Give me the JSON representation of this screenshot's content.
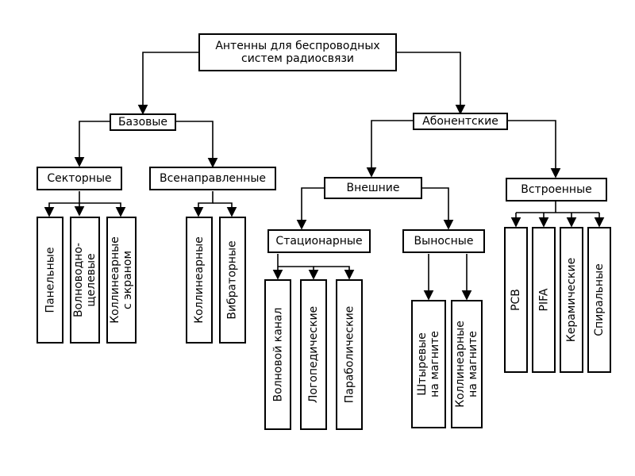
{
  "root": "Антенны для беспроводных систем радиосвязи",
  "level1": {
    "base": "Базовые",
    "subscriber": "Абонентские"
  },
  "level2": {
    "sector": "Секторные",
    "omni": "Всенаправленные",
    "external": "Внешние",
    "builtin": "Встроенные"
  },
  "level3": {
    "stationary": "Стационарные",
    "remote": "Выносные"
  },
  "leaves": {
    "panel": "Панельные",
    "waveguide_slot": "Волноводно-\nщелевые",
    "collinear_screen": "Коллинеарные\nс экраном",
    "collinear": "Коллинеарные",
    "vibrator": "Вибраторные",
    "wave_channel": "Волновой канал",
    "log_periodic": "Логопедические",
    "parabolic": "Параболические",
    "whip_magnet": "Штыревые\nна магните",
    "collinear_magnet": "Коллинеарные\nна магните",
    "pcb": "PCB",
    "pifa": "PIFA",
    "ceramic": "Керамические",
    "spiral": "Спиральные"
  }
}
